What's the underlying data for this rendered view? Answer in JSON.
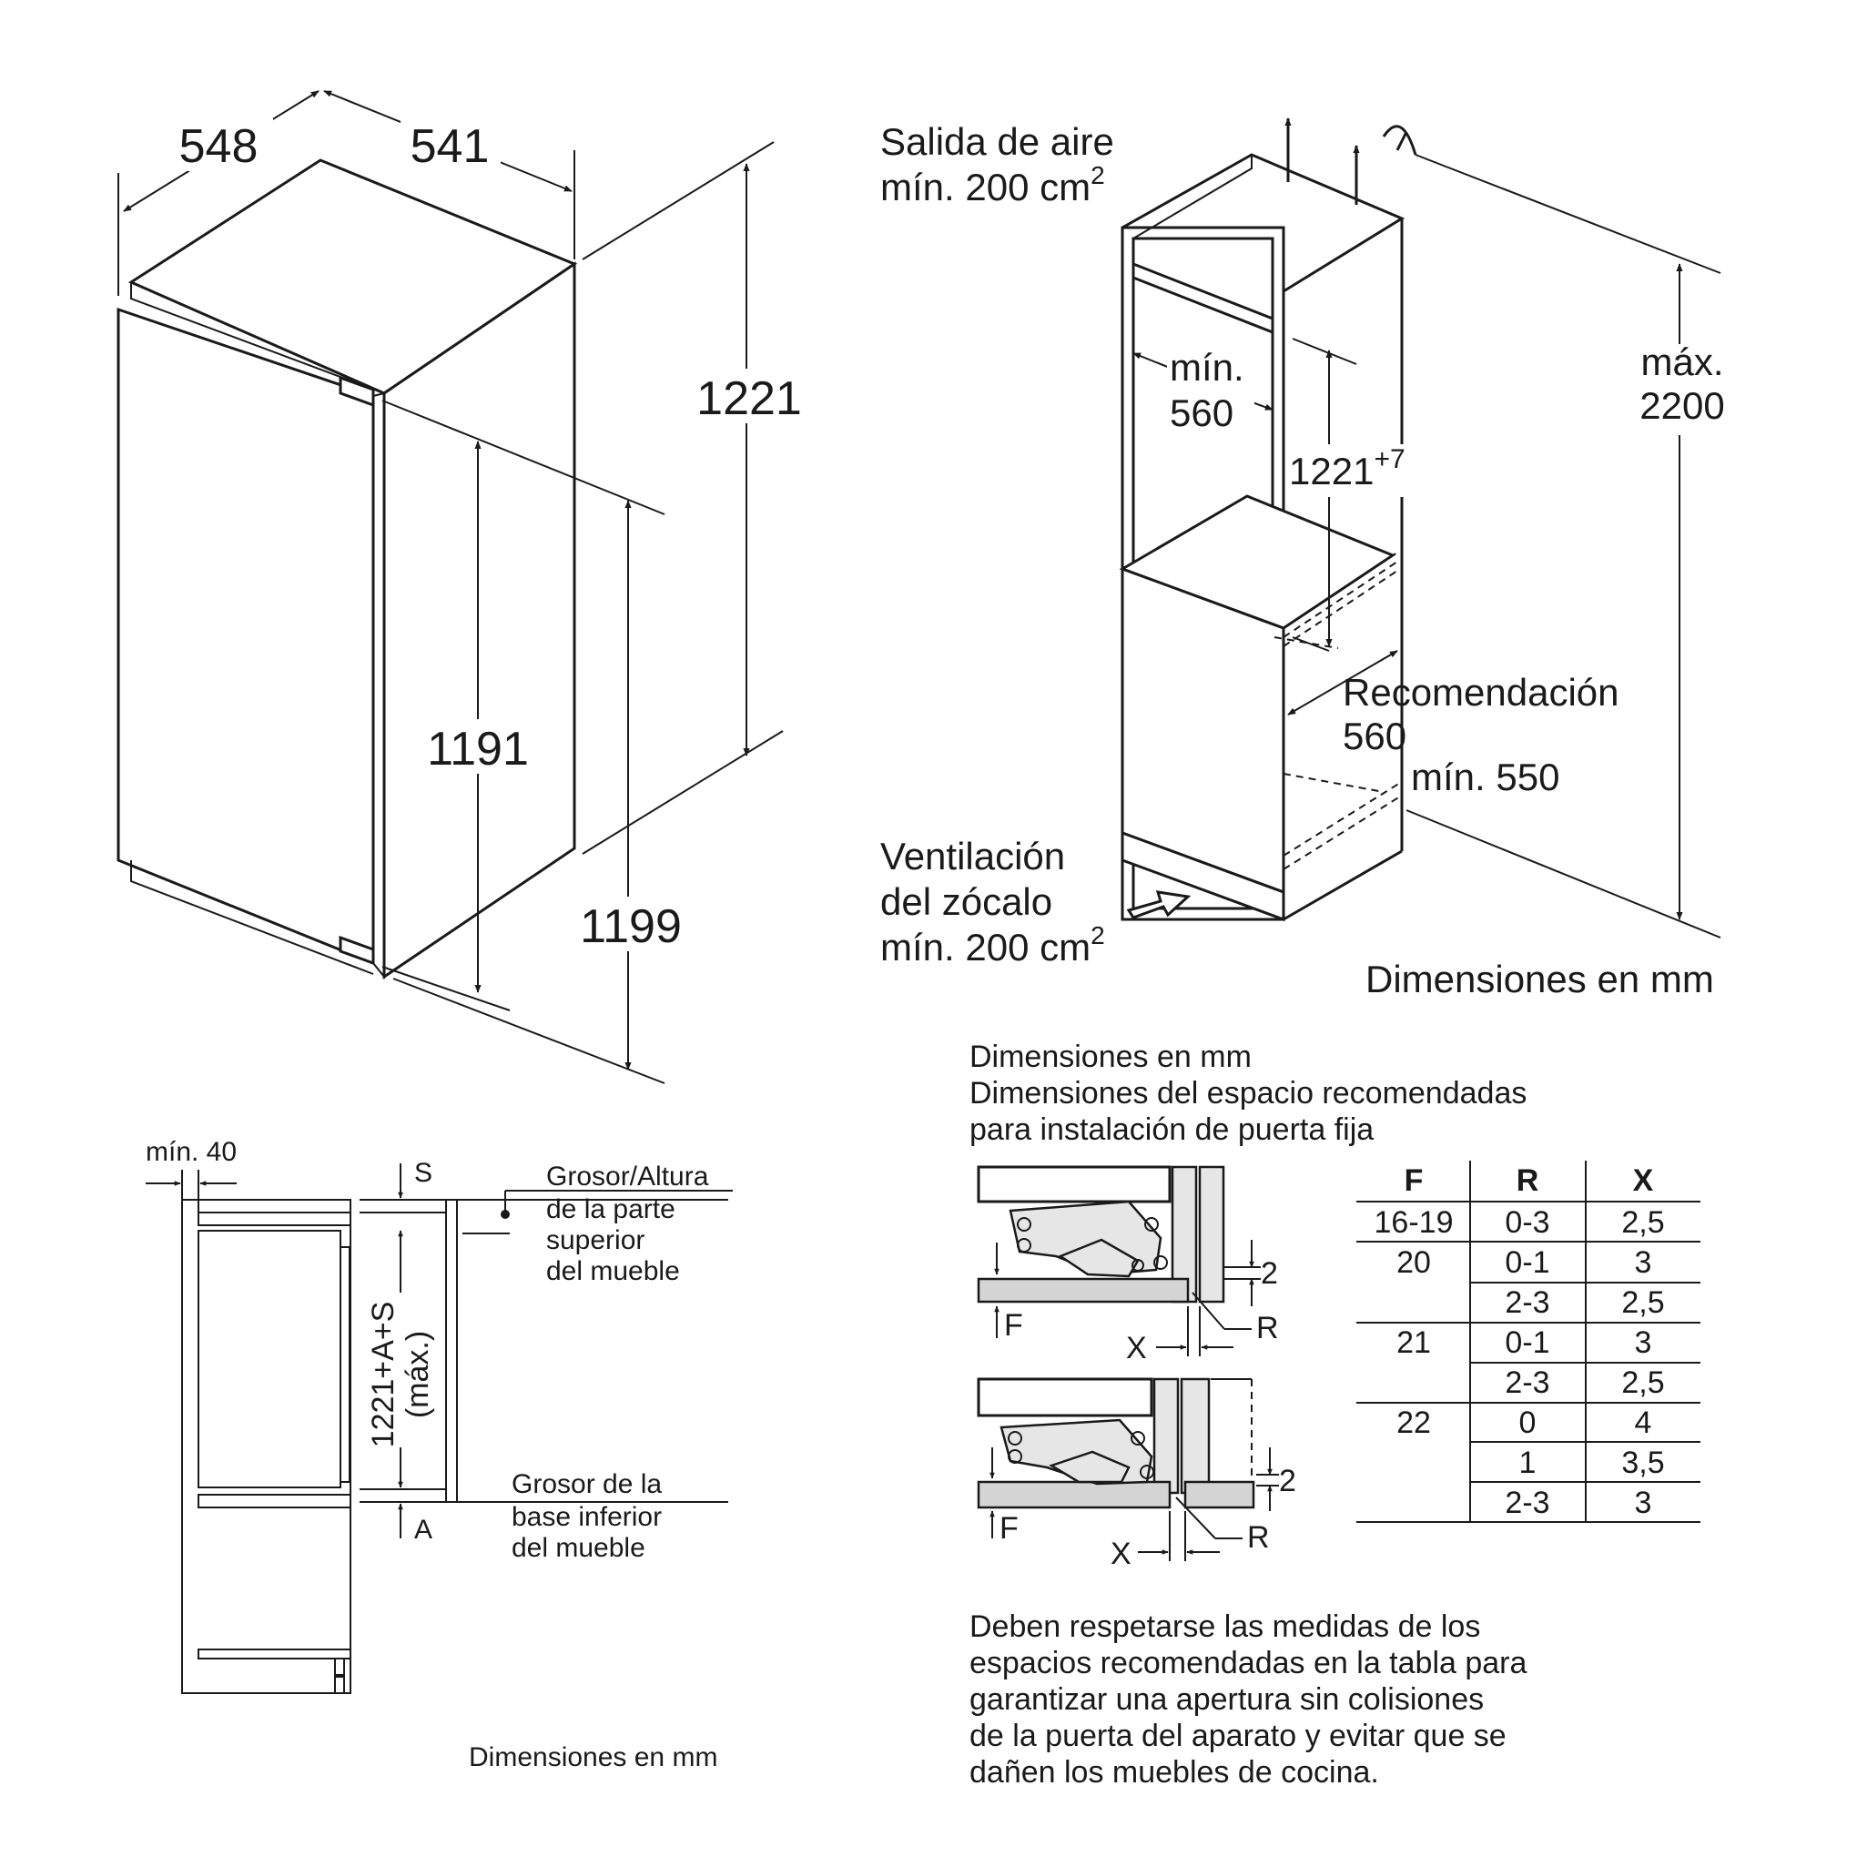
{
  "cabinet": {
    "dim_depth": "548",
    "dim_width": "541",
    "dim_height": "1221",
    "dim_door_height": "1191",
    "dim_body_height": "1199"
  },
  "niche": {
    "air_outlet_line1": "Salida de aire",
    "air_outlet_line2": "mín. 200 cm",
    "air_outlet_sup": "2",
    "min_width_line1": "mín.",
    "min_width_line2": "560",
    "niche_height": "1221",
    "niche_height_sup": "+7",
    "max_height_line1": "máx.",
    "max_height_line2": "2200",
    "recommendation_line1": "Recomendación",
    "recommendation_line2": "560",
    "min_depth": "mín. 550",
    "plinth_line1": "Ventilación",
    "plinth_line2": "del zócalo",
    "plinth_line3": "mín. 200 cm",
    "plinth_sup": "2",
    "units": "Dimensiones en mm"
  },
  "section": {
    "min_gap": "mín. 40",
    "label_s": "S",
    "label_a": "A",
    "height_formula": "1221+A+S",
    "height_max": "(máx.)",
    "top_line1": "Grosor/Altura",
    "top_line2": "de la parte",
    "top_line3": "superior",
    "top_line4": "del mueble",
    "base_line1": "Grosor de la",
    "base_line2": "base inferior",
    "base_line3": "del mueble",
    "units": "Dimensiones en mm"
  },
  "hinge": {
    "heading_line1": "Dimensiones en mm",
    "heading_line2": "Dimensiones del espacio recomendadas",
    "heading_line3": "para instalación de puerta fija",
    "label_2": "2",
    "label_f": "F",
    "label_x": "X",
    "label_r": "R",
    "table": {
      "headers": [
        "F",
        "R",
        "X"
      ],
      "rows": [
        [
          "16-19",
          "0-3",
          "2,5"
        ],
        [
          "20",
          "0-1",
          "3"
        ],
        [
          "",
          "2-3",
          "2,5"
        ],
        [
          "21",
          "0-1",
          "3"
        ],
        [
          "",
          "2-3",
          "2,5"
        ],
        [
          "22",
          "0",
          "4"
        ],
        [
          "",
          "1",
          "3,5"
        ],
        [
          "",
          "2-3",
          "3"
        ]
      ]
    },
    "note_line1": "Deben respetarse las medidas de los",
    "note_line2": "espacios recomendadas en la tabla para",
    "note_line3": "garantizar una apertura sin colisiones",
    "note_line4": "de la puerta del aparato y evitar que se",
    "note_line5": "dañen los muebles de cocina."
  }
}
